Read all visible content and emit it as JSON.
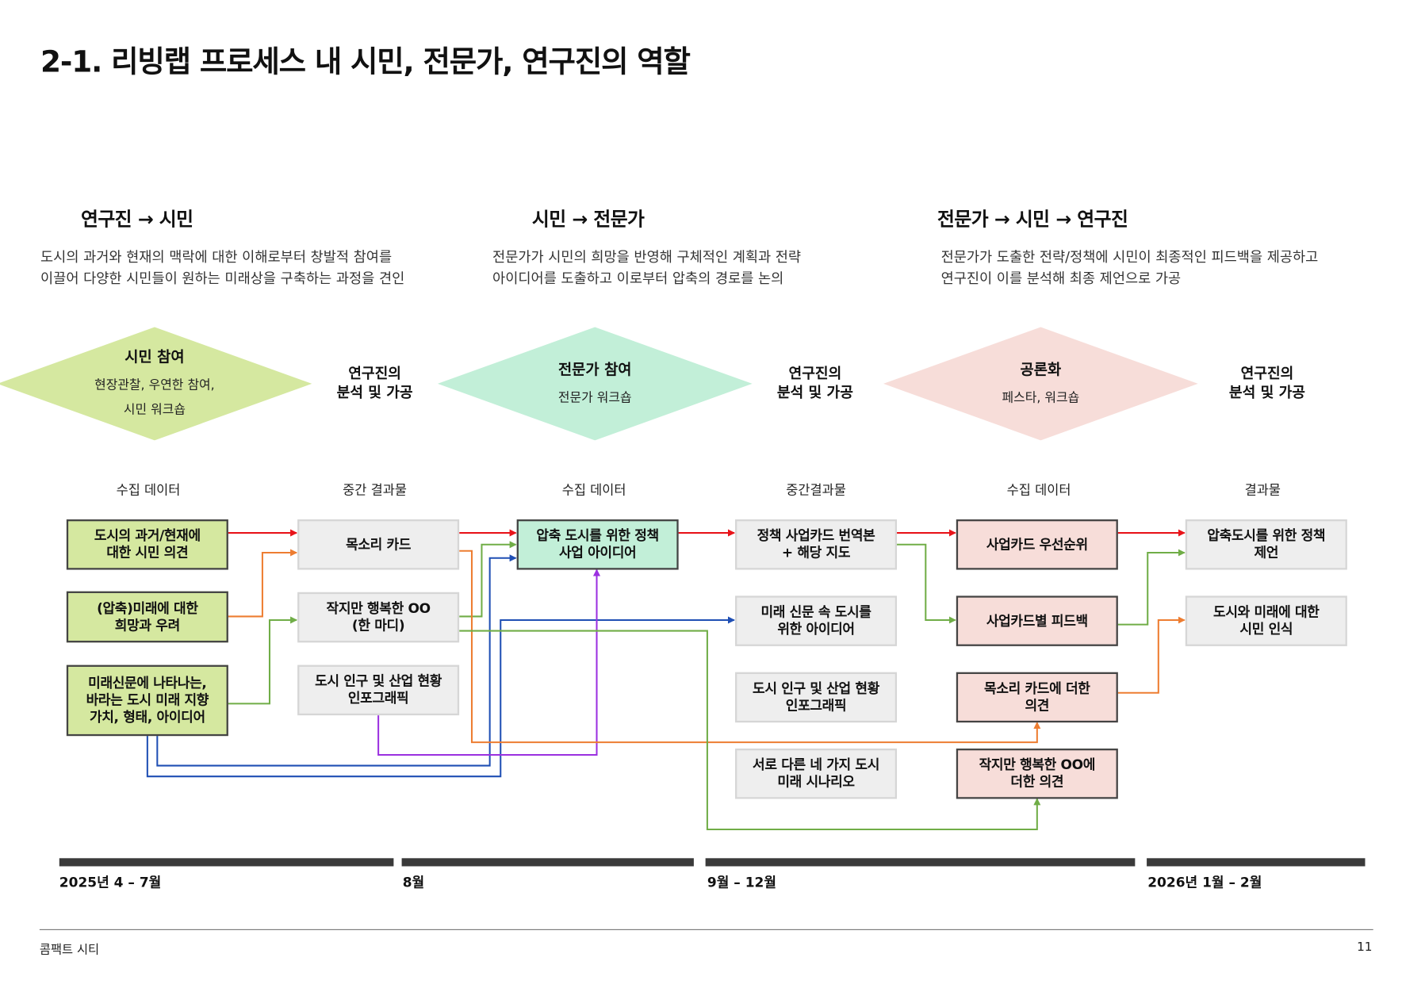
{
  "title": "2-1. 리빙랩 프로세스 내 시민, 전문가, 연구진의 역할",
  "sections": [
    {
      "heading": "연구진 → 시민",
      "desc": [
        "도시의 과거와 현재의 맥락에 대한 이해로부터 창발적 참여를",
        "이끌어 다양한 시민들이 원하는 미래상을 구축하는 과정을 견인"
      ]
    },
    {
      "heading": "시민 → 전문가",
      "desc": [
        "전문가가 시민의 희망을 반영해 구체적인 계획과 전략",
        "아이디어를 도출하고 이로부터 압축의 경로를 논의"
      ]
    },
    {
      "heading": "전문가 → 시민 → 연구진",
      "desc": [
        "전문가가 도출한 전략/정책에 시민이 최종적인 피드백을 제공하고",
        "연구진이 이를 분석해 최종 제언으로 가공"
      ]
    }
  ],
  "diamonds": [
    {
      "title": "시민 참여",
      "sub": [
        "현장관찰, 우연한 참여,",
        "시민 워크숍"
      ],
      "color": "#d5e8a0"
    },
    {
      "title": "전문가 참여",
      "sub": [
        "전문가 워크숍"
      ],
      "color": "#c2efd8"
    },
    {
      "title": "공론화",
      "sub": [
        "페스타, 워크숍"
      ],
      "color": "#f7ddd9"
    }
  ],
  "analysis": [
    [
      "연구진의",
      "분석 및 가공"
    ],
    [
      "연구진의",
      "분석 및 가공"
    ],
    [
      "연구진의",
      "분석 및 가공"
    ]
  ],
  "column_labels": [
    "수집 데이터",
    "중간 결과물",
    "수집 데이터",
    "중간결과물",
    "수집 데이터",
    "결과물"
  ],
  "boxes": {
    "c1": [
      "도시의 과거/현재에\n대한 시민 의견",
      "(압축)미래에 대한\n희망과 우려",
      "미래신문에 나타나는,\n바라는 도시 미래 지향\n가치, 형태, 아이디어"
    ],
    "c2": [
      "목소리 카드",
      "작지만 행복한 OO\n(한 마디)",
      "도시 인구 및 산업 현황\n인포그래픽"
    ],
    "c3": [
      "압축 도시를 위한 정책\n사업 아이디어"
    ],
    "c4": [
      "정책 사업카드 번역본\n+ 해당 지도",
      "미래 신문 속 도시를\n위한 아이디어",
      "도시 인구 및 산업 현황\n인포그래픽",
      "서로 다른 네 가지 도시\n미래 시나리오"
    ],
    "c5": [
      "사업카드 우선순위",
      "사업카드별 피드백",
      "목소리 카드에 더한\n의견",
      "작지만 행복한 OO에\n더한 의견"
    ],
    "c6": [
      "압축도시를 위한 정책\n제언",
      "도시와 미래에 대한\n시민 인식"
    ]
  },
  "timeline": [
    "2025년 4 – 7월",
    "8월",
    "9월 – 12월",
    "2026년 1월 – 2월"
  ],
  "footer": {
    "left": "콤팩트 시티",
    "page": "11"
  },
  "colors": {
    "red": "#e8141a",
    "orange": "#ed7d31",
    "green": "#70ad47",
    "blue": "#1f4fb4",
    "purple": "#9b30e0"
  }
}
